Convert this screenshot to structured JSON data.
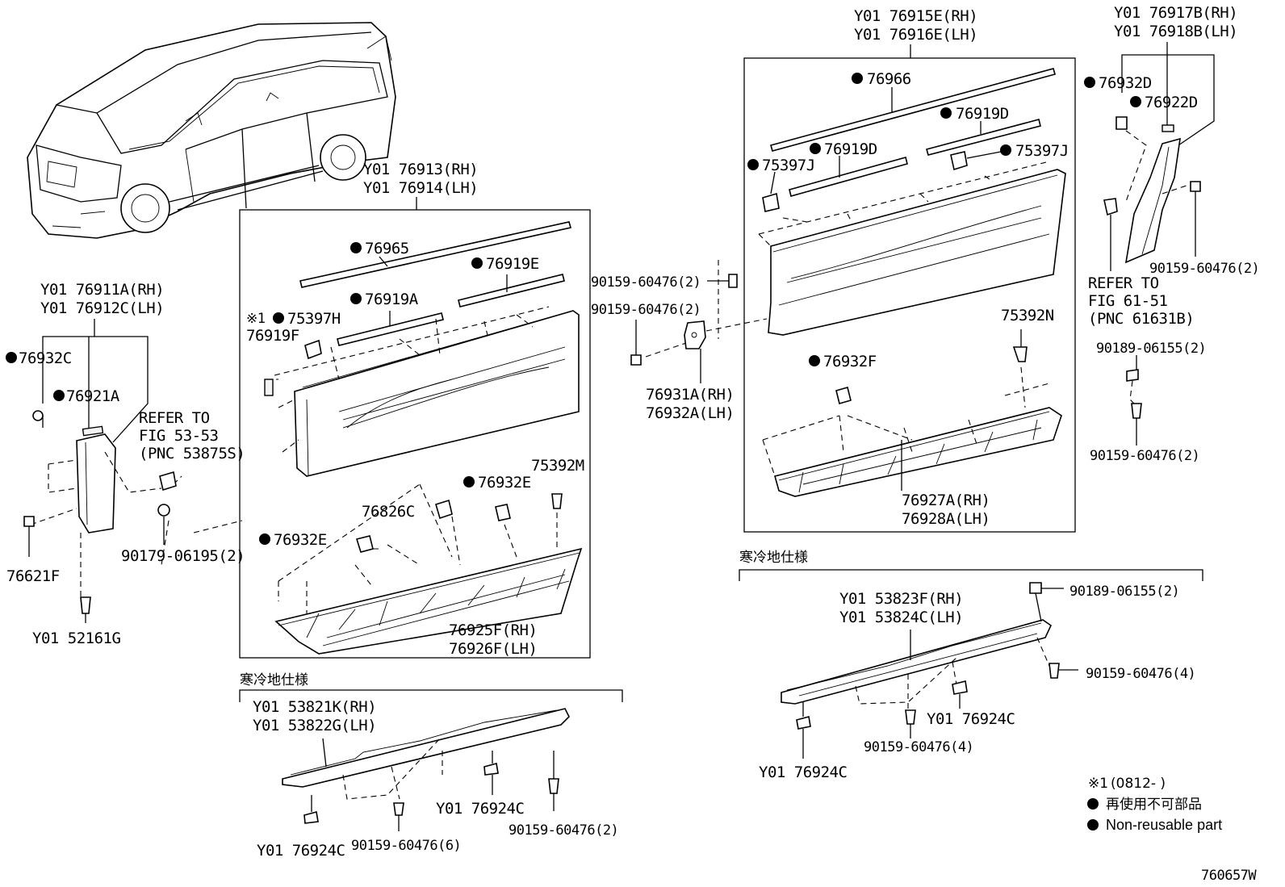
{
  "legend": {
    "note1_mark": "※1",
    "note1_range": "(0812-        )",
    "nonreusable_jp": "再使用不可部品",
    "nonreusable_en": "Non-reusable part"
  },
  "diagram_code": "760657W",
  "section_labels": {
    "cold_spec_1": "寒冷地仕様",
    "cold_spec_2": "寒冷地仕様"
  },
  "left_front": {
    "group_rh": "Y01 76911A(RH)",
    "group_lh": "Y01 76912C(LH)",
    "p76932C": "76932C",
    "p76921A": "76921A",
    "p76621F": "76621F",
    "p52161G": "Y01 52161G",
    "refer1": "REFER TO",
    "refer2": "FIG 53-53",
    "refer3": "(PNC 53875S)",
    "p90179": "90179-06195(2)"
  },
  "front_door": {
    "group_rh": "Y01 76913(RH)",
    "group_lh": "Y01 76914(LH)",
    "p76965": "76965",
    "p76919E": "76919E",
    "p76919A": "76919A",
    "p75397H": "75397H",
    "note_mark": "※1",
    "p76919F": "76919F",
    "p75392M": "75392M",
    "p76932E_a": "76932E",
    "p76826C": "76826C",
    "p76932E_b": "76932E",
    "p76925F": "76925F(RH)",
    "p76926F": "76926F(LH)"
  },
  "rocker_front": {
    "group_rh": "Y01 53821K(RH)",
    "group_lh": "Y01 53822G(LH)",
    "p76924C_a": "Y01 76924C",
    "p76924C_b": "Y01 76924C",
    "p90159_6": "90159-60476(6)",
    "p90159_2": "90159-60476(2)"
  },
  "middle": {
    "p90159_a": "90159-60476(2)",
    "p90159_b": "90159-60476(2)",
    "p76931A": "76931A(RH)",
    "p76932A": "76932A(LH)"
  },
  "rear_door": {
    "group_rh": "Y01 76915E(RH)",
    "group_lh": "Y01 76916E(LH)",
    "p76966": "76966",
    "p76919D_a": "76919D",
    "p76919D_b": "76919D",
    "p75397J_a": "75397J",
    "p75397J_b": "75397J",
    "p75392N": "75392N",
    "p76932F": "76932F",
    "p76927A": "76927A(RH)",
    "p76928A": "76928A(LH)"
  },
  "rear_right": {
    "group_rh": "Y01 76917B(RH)",
    "group_lh": "Y01 76918B(LH)",
    "p76932D": "76932D",
    "p76922D": "76922D",
    "p90159": "90159-60476(2)",
    "refer1": "REFER TO",
    "refer2": "FIG 61-51",
    "refer3": "(PNC 61631B)",
    "p90189": "90189-06155(2)",
    "p90159_b": "90159-60476(2)"
  },
  "rocker_rear": {
    "group_rh": "Y01 53823F(RH)",
    "group_lh": "Y01 53824C(LH)",
    "p90189": "90189-06155(2)",
    "p90159_4a": "90159-60476(4)",
    "p76924C_a": "Y01 76924C",
    "p90159_4b": "90159-60476(4)",
    "p76924C_b": "Y01 76924C"
  }
}
